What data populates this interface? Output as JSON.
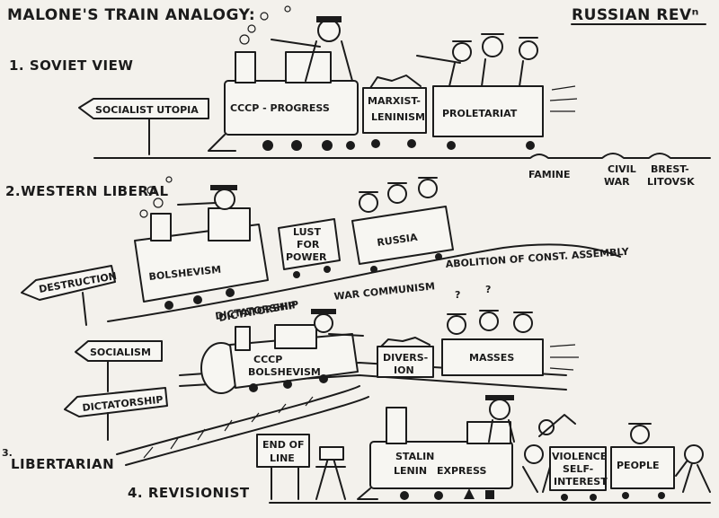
{
  "title": "MALONE'S TRAIN ANALOGY:",
  "topic": "RUSSIAN REVⁿ",
  "sections": {
    "soviet": {
      "heading": "1. SOVIET VIEW",
      "signpost": "SOCIALIST UTOPIA",
      "engine": "CCCP - PROGRESS",
      "car1": [
        "MARXIST-",
        "LENINISM"
      ],
      "car2": "PROLETARIAT",
      "bumps": [
        "FAMINE",
        "CIVIL",
        "WAR",
        "BREST-",
        "LITOVSK"
      ]
    },
    "western": {
      "heading": "2.WESTERN LIBERAL",
      "signpost": "DESTRUCTION",
      "engine": "BOLSHEVISM",
      "car1": [
        "LUST",
        "FOR",
        "POWER"
      ],
      "car2": "RUSSIA",
      "track_labels": [
        "ABOLITION OF CONST. ASSEMBLY",
        "WAR COMMUNISM",
        "DICTATORSHIP"
      ]
    },
    "libertarian": {
      "heading_num": "3.",
      "heading": "LIBERTARIAN",
      "signpost_upper": "SOCIALISM",
      "signpost_lower": "DICTATORSHIP",
      "engine": [
        "CCCP",
        "BOLSHEVISM"
      ],
      "car1": [
        "DIVERS-",
        "ION"
      ],
      "car2": "MASSES",
      "question_marks": [
        "?",
        "?"
      ]
    },
    "revisionist": {
      "heading": "4. REVISIONIST",
      "signpost": [
        "END OF",
        "LINE"
      ],
      "engine": [
        "STALIN",
        "LENIN",
        "EXPRESS"
      ],
      "car1": [
        "VIOLENCE",
        "SELF-",
        "INTEREST"
      ],
      "car2": "PEOPLE"
    }
  }
}
